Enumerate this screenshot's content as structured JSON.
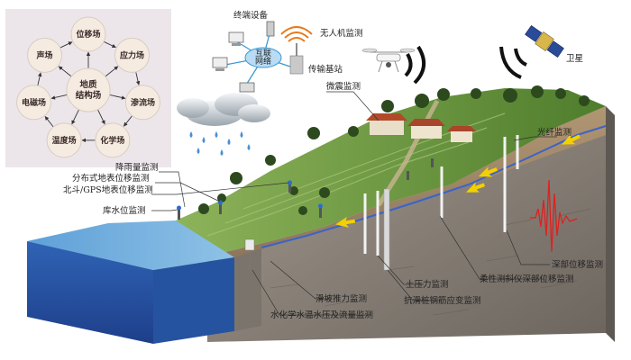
{
  "field_diagram": {
    "center": [
      "地质",
      "结构场"
    ],
    "nodes": [
      "位移场",
      "应力场",
      "渗流场",
      "化学场",
      "温度场",
      "电磁场",
      "声场"
    ]
  },
  "equipment": {
    "terminal": "终端设备",
    "network": [
      "互联",
      "网络"
    ],
    "base_station": "传输基站",
    "drone_monitoring": "无人机监测",
    "satellite": "卫星"
  },
  "monitoring_labels": {
    "seismic": "微震监测",
    "rainfall": "降雨量监测",
    "distributed_surface": "分布式地表位移监测",
    "beidou_gps": "北斗/GPS地表位移监测",
    "reservoir_level": "库水位监测",
    "fiber": "光纤监测",
    "deep_displacement": "深部位移监测",
    "flexible_inclinometer": "柔性测斜仪深部位移监测",
    "earth_pressure": "土压力监测",
    "landslide_thrust": "滑坡推力监测",
    "anti_slide_pile": "抗滑桩钢筋应变监测",
    "hydrochemistry": "水化学水温水压及流量监测"
  },
  "colors": {
    "water": "#3d74c4",
    "grass": "#6f9a3a",
    "rock": "#8a8279",
    "field_bg": "#ece6ea",
    "node_fill": "#f6ebe0",
    "seismic_wave": "#e02020",
    "arrow": "#f2d100"
  }
}
